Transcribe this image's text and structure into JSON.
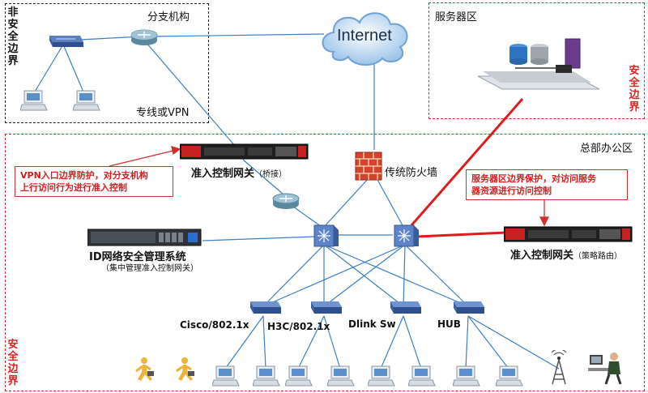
{
  "zones": {
    "branch_title": "分支机构",
    "branch_side_label": "非安全边界",
    "branch_vpn_label": "专线或VPN",
    "server_title": "服务器区",
    "server_side_label": "安全边界",
    "hq_title": "总部办公区",
    "hq_side_label": "安全边界"
  },
  "internet": {
    "label": "Internet"
  },
  "firewall": {
    "label": "传统防火墙"
  },
  "gateways": {
    "bridge_title": "准入控制网关",
    "bridge_mode": "（桥接）",
    "policy_title": "准入控制网关",
    "policy_mode": "（策略路由）"
  },
  "management": {
    "title": "ID网络安全管理系统",
    "subtitle": "（集中管理准入控制网关）"
  },
  "callouts": {
    "vpn_line1": "VPN入口边界防护，对分支机构",
    "vpn_line2": "上行访问行为进行准入控制",
    "server_line1": "服务器区边界保护，对访问服务",
    "server_line2": "器资源进行访问控制"
  },
  "access_switches": [
    {
      "label": "Cisco/802.1x"
    },
    {
      "label": "H3C/802.1x"
    },
    {
      "label": "Dlink Sw"
    },
    {
      "label": "HUB"
    }
  ],
  "colors": {
    "zone_red": "#d23030",
    "link_blue": "#3b7fc4",
    "link_red": "#e01b1b",
    "device_red": "#c62020"
  }
}
